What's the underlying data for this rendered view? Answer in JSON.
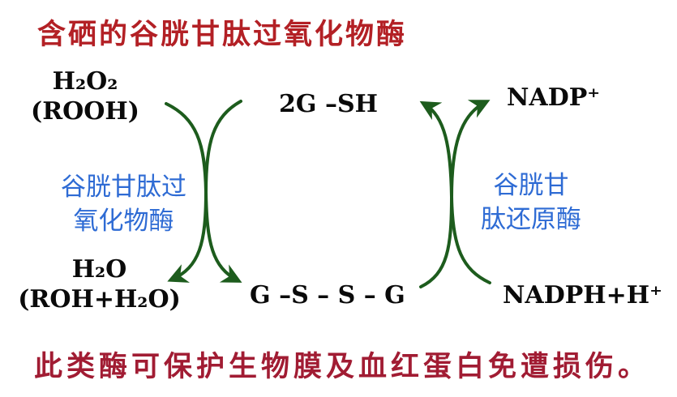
{
  "title": "含硒的谷胱甘肽过氧化物酶",
  "footer": "此类酶可保护生物膜及血红蛋白免遭损伤。",
  "colors": {
    "title_red": "#b32025",
    "footer_red": "#a11c33",
    "enzyme_blue": "#2e6bd4",
    "arrow_green": "#1d5c1d",
    "formula_black": "#0a0a0a"
  },
  "reaction": {
    "left_substrate_line1": "H₂O₂",
    "left_substrate_line2": "(ROOH)",
    "left_product_line1": "H₂O",
    "left_product_line2": "(ROH+H₂O)",
    "center_top": "2G –SH",
    "center_bottom": "G –S – S – G",
    "right_top": "NADP⁺",
    "right_bottom": "NADPH+H⁺",
    "left_enzyme_line1": "谷胱甘肽过",
    "left_enzyme_line2": "氧化物酶",
    "right_enzyme_line1": "谷胱甘",
    "right_enzyme_line2": "肽还原酶"
  }
}
